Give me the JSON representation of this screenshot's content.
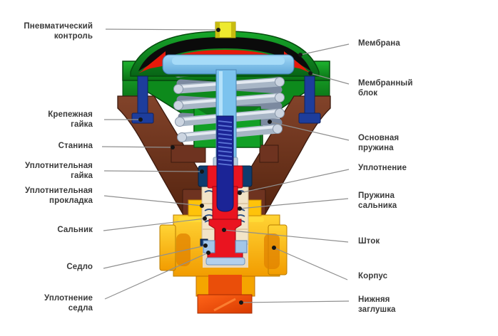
{
  "labels": {
    "pneumatic_control": {
      "text": "Пневматический\nконтроль"
    },
    "fastening_nut": {
      "text": "Крепежная\nгайка"
    },
    "frame": {
      "text": "Станина"
    },
    "sealing_nut": {
      "text": "Уплотнительная\nгайка"
    },
    "sealing_gasket": {
      "text": "Уплотнительная\nпрокладка"
    },
    "gland": {
      "text": "Сальник"
    },
    "seat": {
      "text": "Седло"
    },
    "seat_seal": {
      "text": "Уплотнение\nседла"
    },
    "membrane": {
      "text": "Мембрана"
    },
    "membrane_block": {
      "text": "Мембранный\nблок"
    },
    "main_spring": {
      "text": "Основная\nпружина"
    },
    "seal": {
      "text": "Уплотнение"
    },
    "gland_spring": {
      "text": "Пружина\nсальника"
    },
    "stem": {
      "text": "Шток"
    },
    "body": {
      "text": "Корпус"
    },
    "bottom_plug": {
      "text": "Нижняя\nзаглушка"
    }
  },
  "colors": {
    "label_text": "#3a3a3a",
    "leader_line": "#8f8f8f",
    "pointer_dot": "#151515",
    "actuator_green": "#0f9020",
    "dome_black": "#0b0b0b",
    "membrane_red": "#e6190a",
    "plunger_blue": "#7cc3ee",
    "spring_gray": "#a8b6c6",
    "bolt_navy": "#1d3d9c",
    "frame_brown": "#6e3320",
    "packing_cream": "#f2e4c8",
    "stem_red": "#ea1420",
    "stem_navy": "#1b2496",
    "body_yellow": "#ffc808",
    "plug_orange": "#f4520a",
    "seat_blue": "#a3c6e8",
    "fitting_yellow": "#eeea2e"
  }
}
